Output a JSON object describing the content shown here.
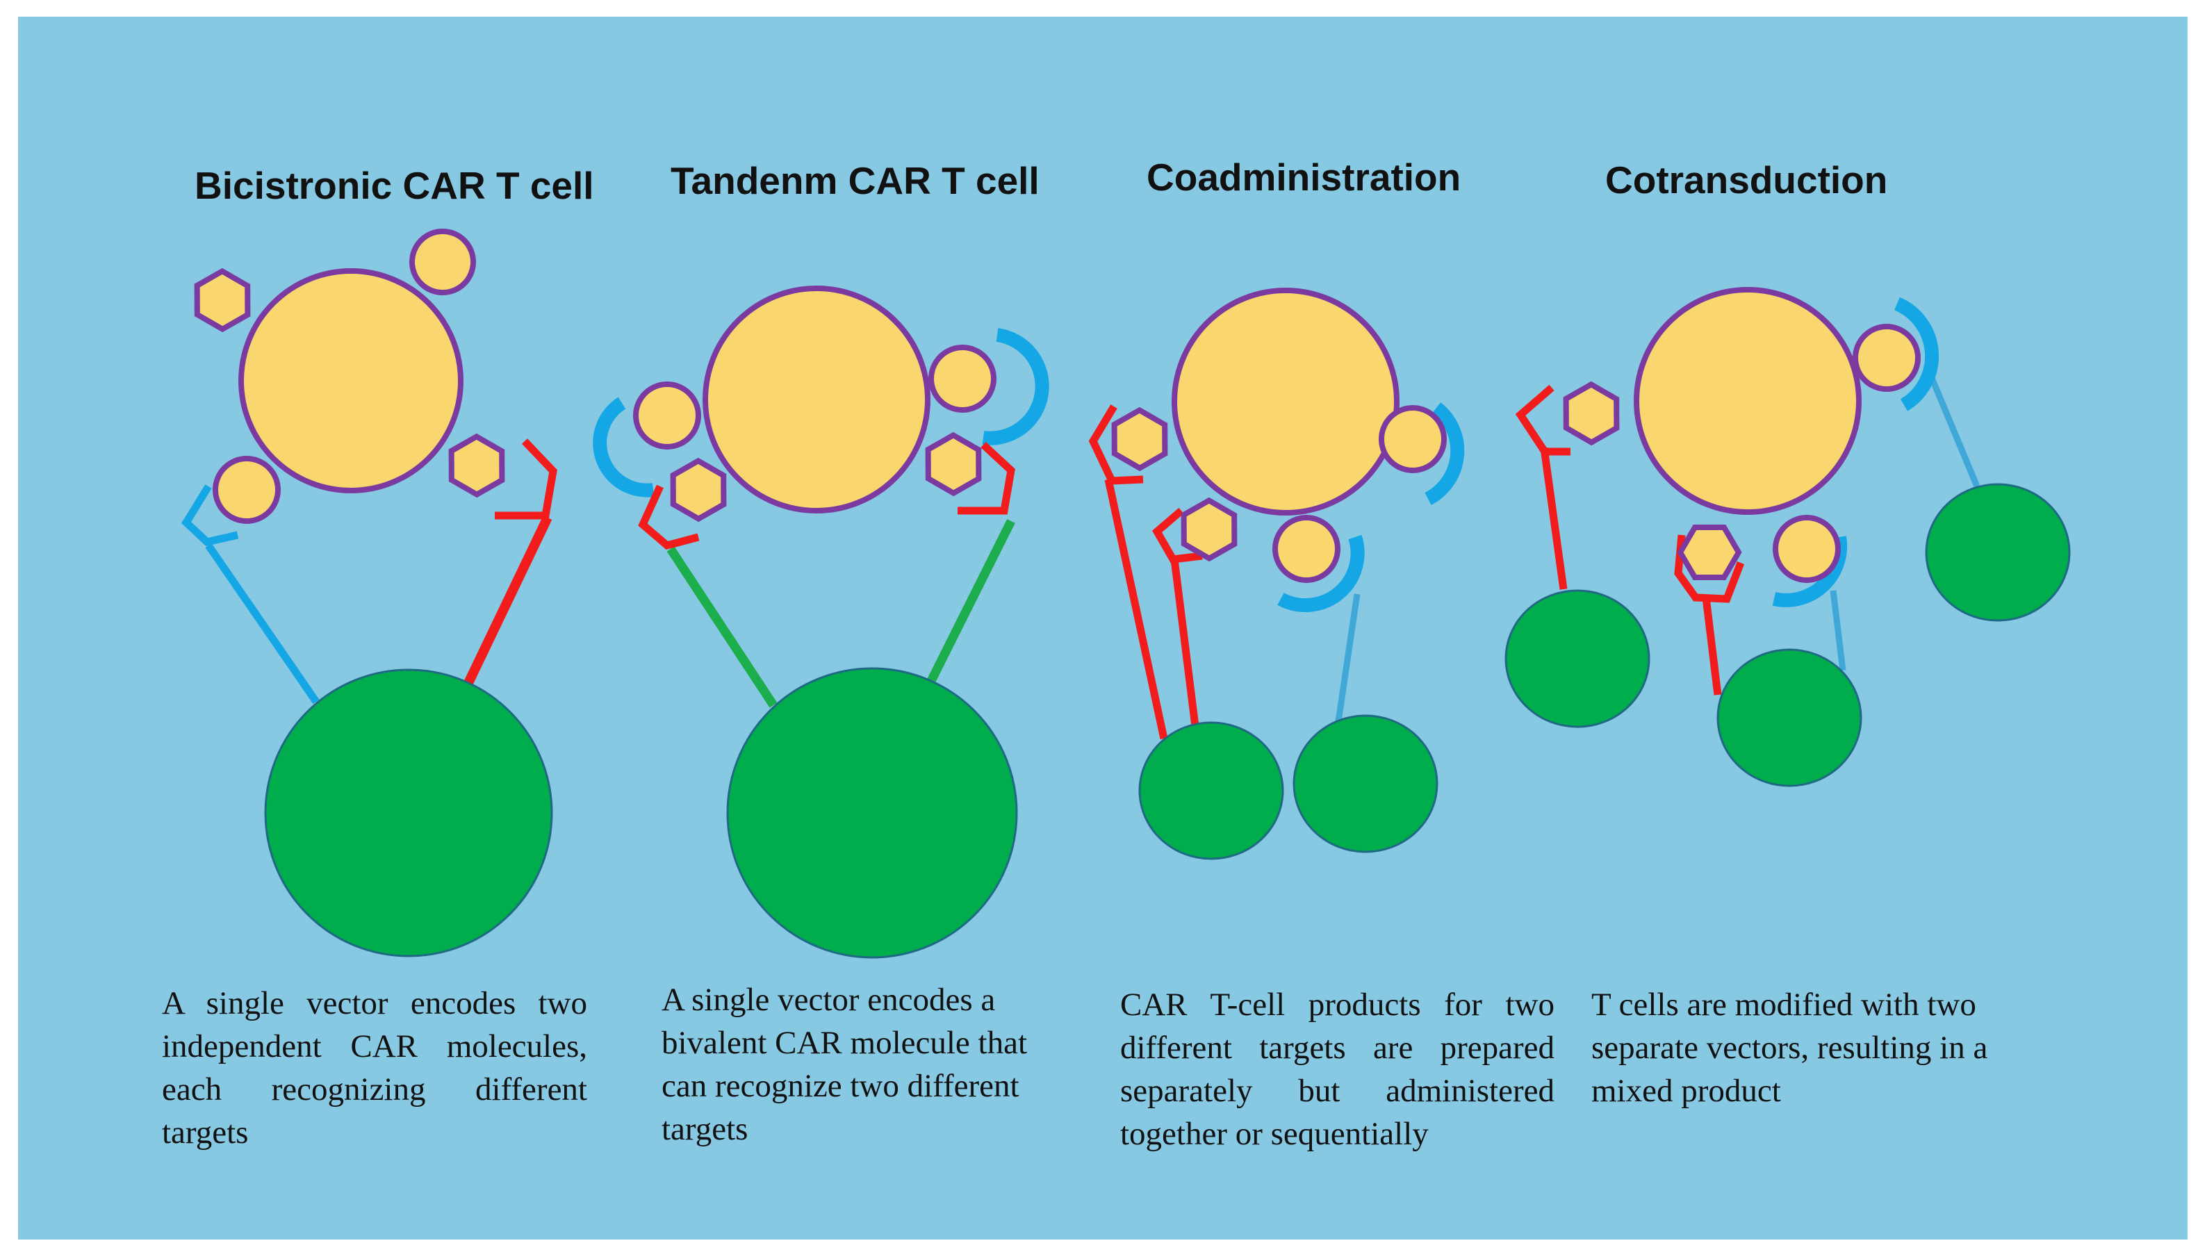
{
  "colors": {
    "background": "#87c8e3",
    "tcell_fill": "#fad66e",
    "tcell_outline": "#7a3aa0",
    "target_fill": "#00ad4c",
    "blue_receptor": "#15a6e6",
    "red_receptor": "#f21c1c",
    "green_linker": "#1cad4c"
  },
  "panels": [
    {
      "title": "Bicistronic CAR T cell",
      "description": "A single vector encodes two independent CAR molecules, each recognizing different targets"
    },
    {
      "title": "Tandenm CAR T cell",
      "description": "A single vector encodes a bivalent CAR molecule that can recognize two different targets"
    },
    {
      "title": "Coadministration",
      "description": "CAR T-cell products for two different targets are prepared separately but administered together or sequentially"
    },
    {
      "title": "Cotransduction",
      "description": "T cells are modified with two separate vectors, resulting in a mixed product"
    }
  ]
}
